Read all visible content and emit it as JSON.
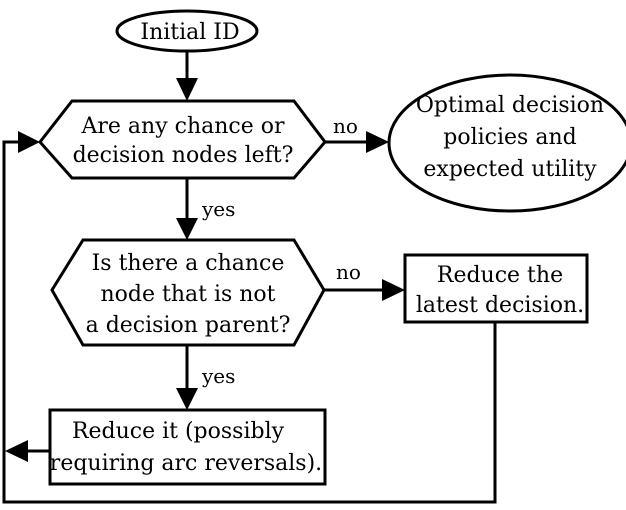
{
  "nodes": {
    "start": {
      "lines": [
        "Initial ID"
      ]
    },
    "q1": {
      "lines": [
        "Are any chance or",
        "decision nodes left?"
      ]
    },
    "end": {
      "lines": [
        "Optimal decision",
        "policies and",
        "expected utility"
      ]
    },
    "q2": {
      "lines": [
        "Is there a chance",
        "node that is not",
        "a decision parent?"
      ]
    },
    "reduce_latest": {
      "lines": [
        "Reduce the",
        "latest decision."
      ]
    },
    "reduce_it": {
      "lines": [
        "Reduce it (possibly",
        "requiring arc reversals)."
      ]
    }
  },
  "edges": {
    "q1_no": "no",
    "q1_yes": "yes",
    "q2_no": "no",
    "q2_yes": "yes"
  }
}
